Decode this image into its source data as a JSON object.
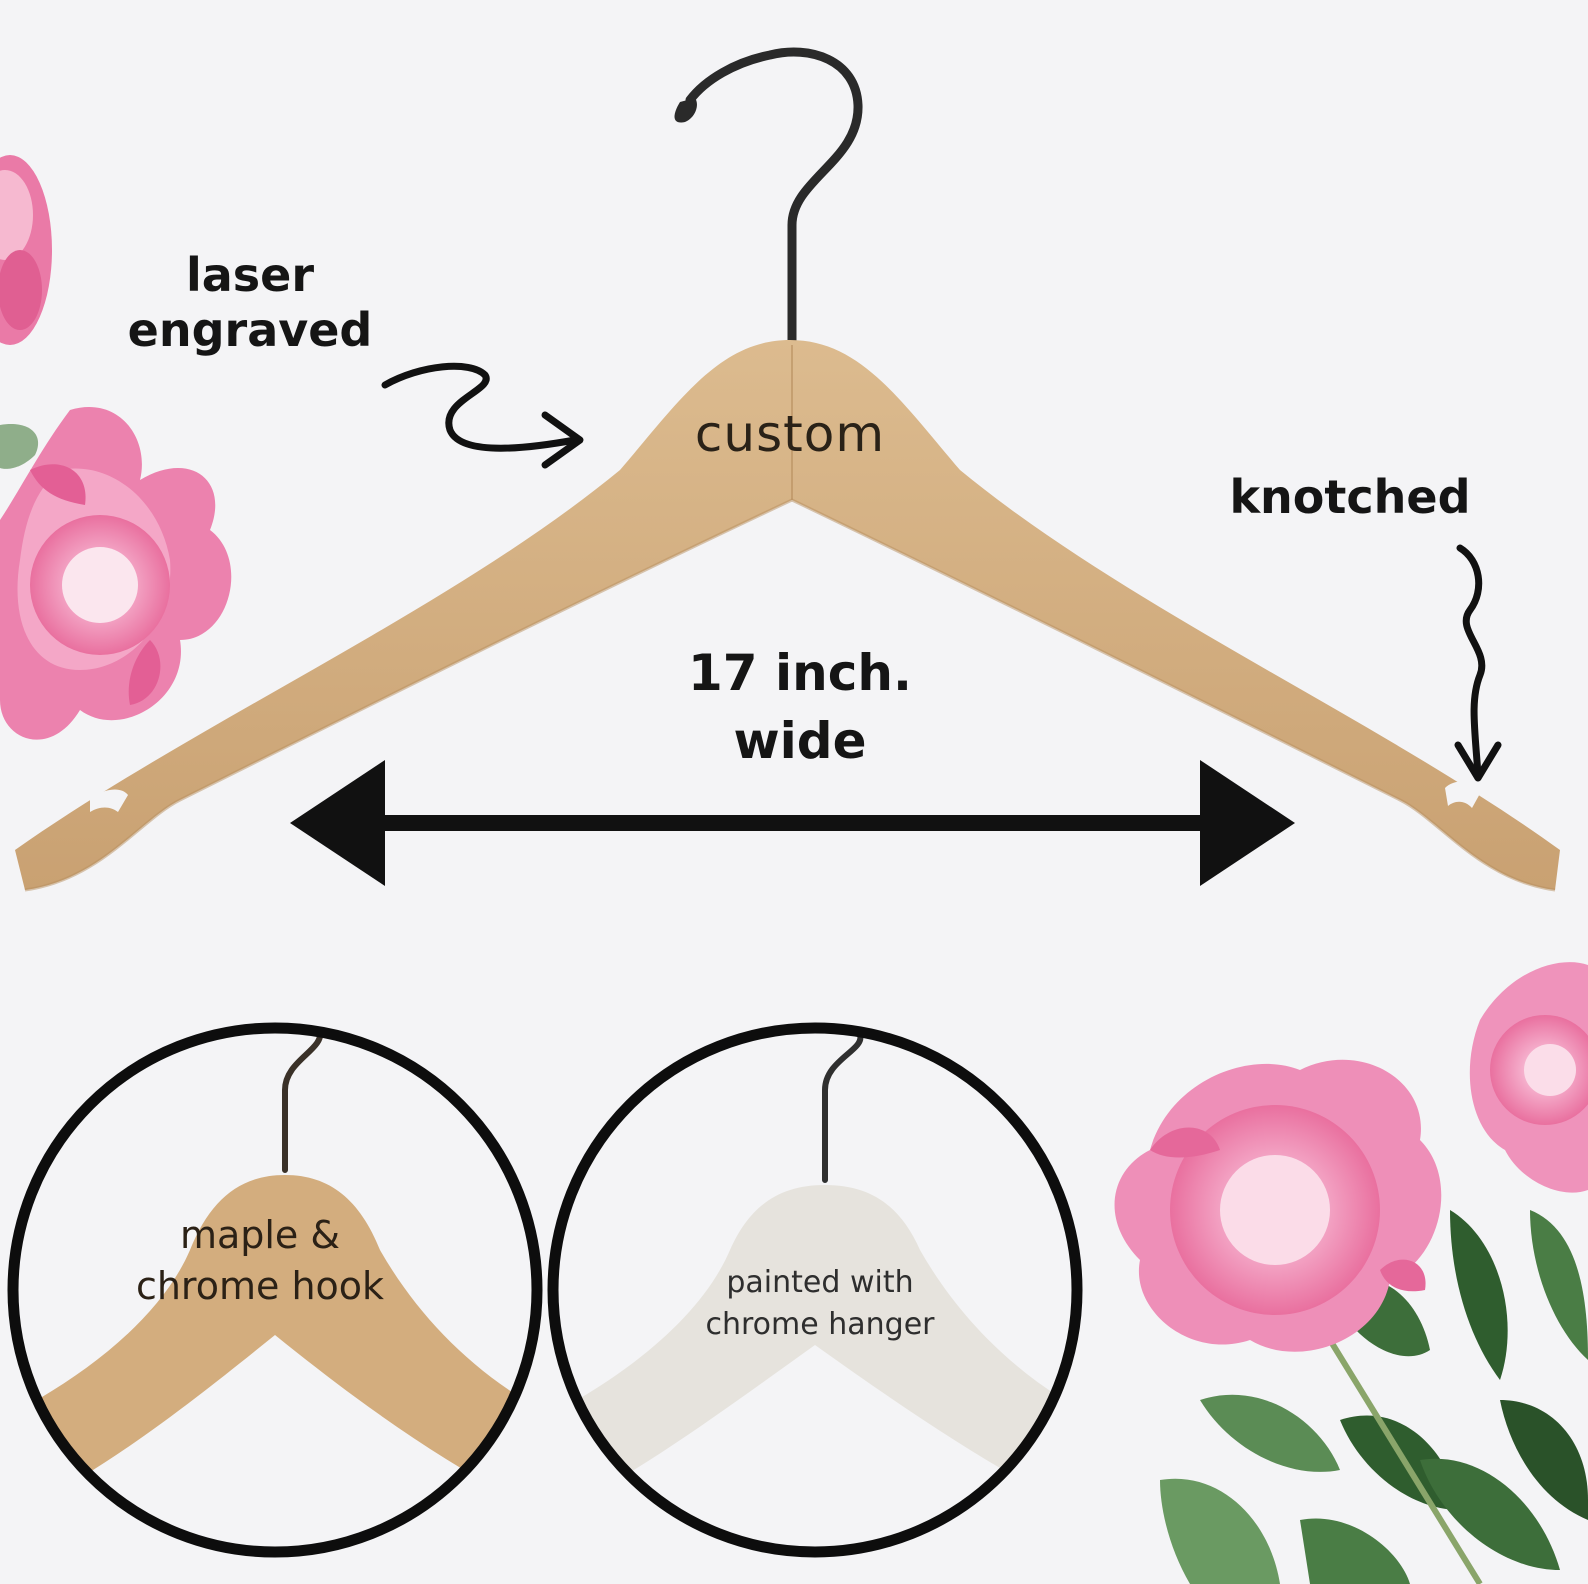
{
  "callouts": {
    "laser_line1": "laser",
    "laser_line2": "engraved",
    "knotched": "knotched",
    "width_line1": "17 inch.",
    "width_line2": "wide"
  },
  "engraving": {
    "main": "custom",
    "option1_line1": "maple &",
    "option1_line2": "chrome hook",
    "option2_line1": "painted with",
    "option2_line2": "chrome hanger"
  },
  "colors": {
    "background": "#f4f4f6",
    "wood": "#d2ae80",
    "painted": "#e6e3dd",
    "hook": "#2a2a2a",
    "ink": "#111111",
    "peony_pink": "#ee8fb8",
    "peony_light": "#f8d2e2",
    "leaf": "#3d6e3a"
  }
}
